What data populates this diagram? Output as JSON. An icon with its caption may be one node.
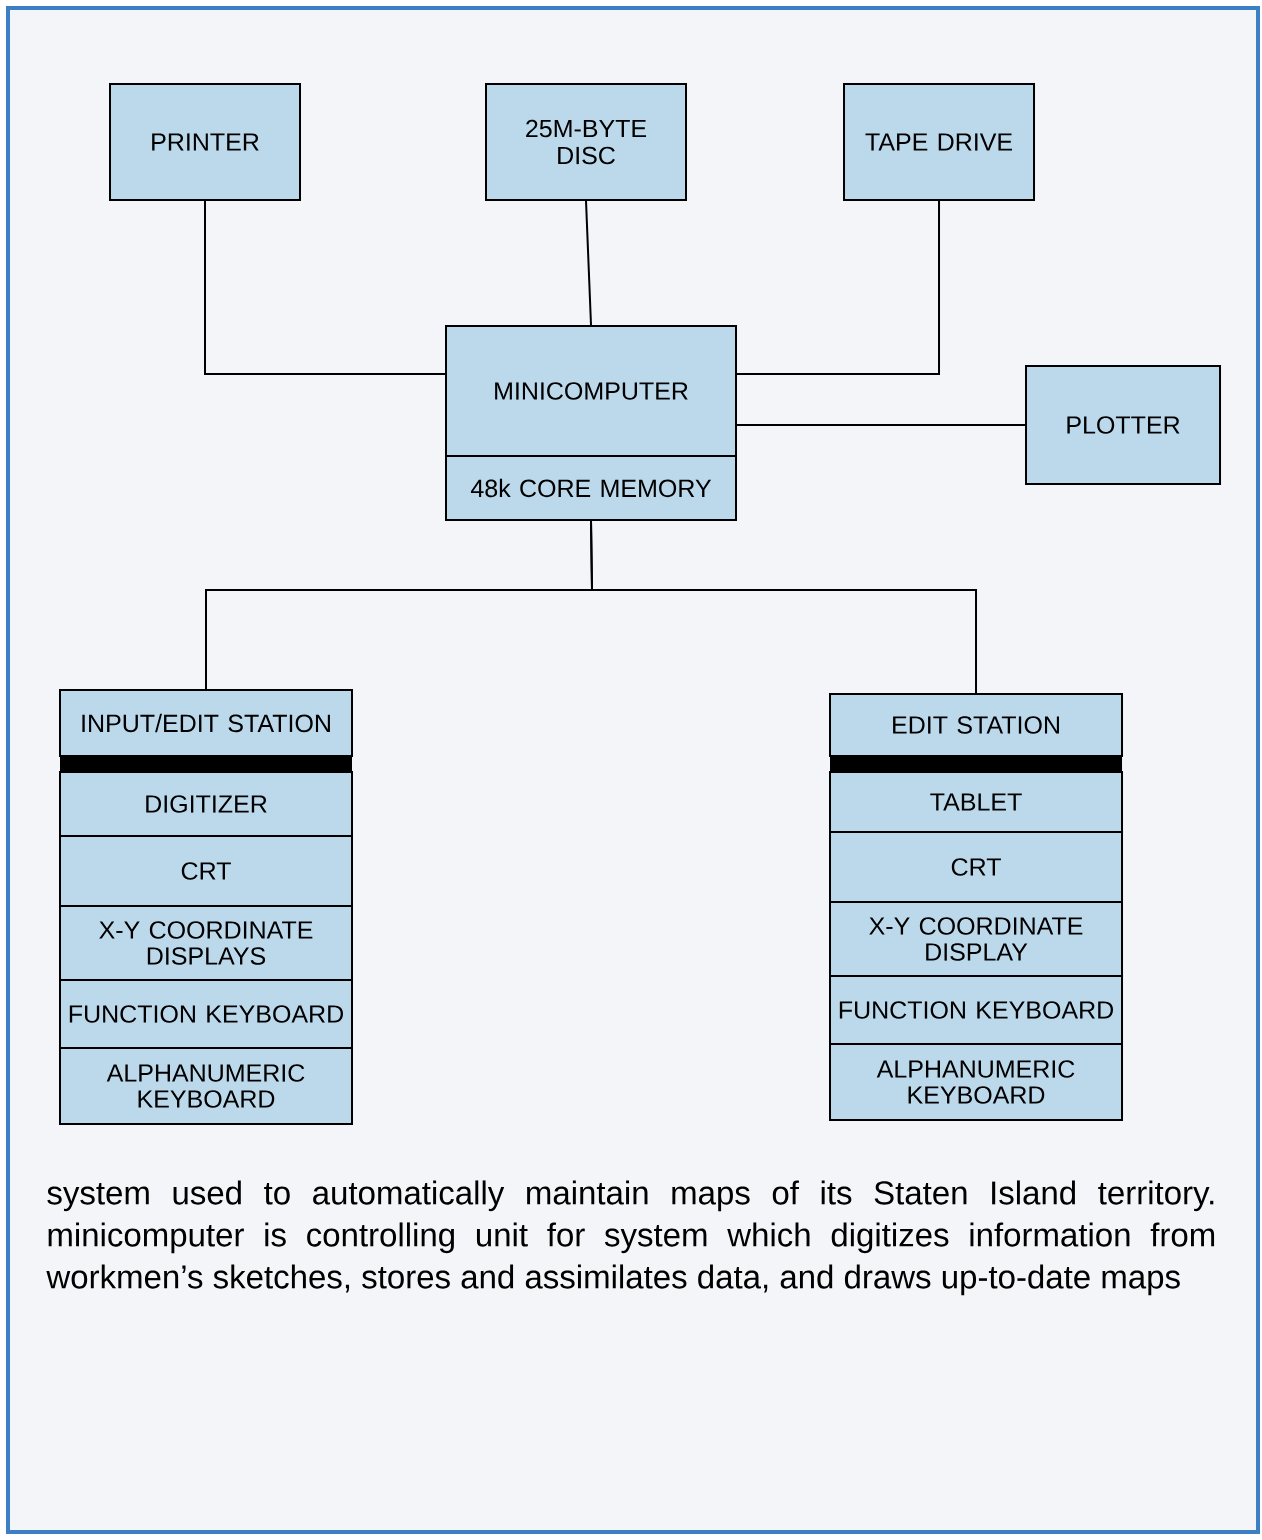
{
  "diagram": {
    "caption": "system used to automatically maintain maps of its Staten Island territory. minicomputer is controlling unit for system which digitizes information from workmen’s sketches, stores and assimilates data, and draws up-to-date maps",
    "nodes": [
      {
        "text": [
          "PRINTER"
        ]
      },
      {
        "text": [
          "25M-BYTE DISC"
        ]
      },
      {
        "text": [
          "TAPE DRIVE"
        ]
      },
      {
        "text": [
          "MINICOMPUTER",
          "48k CORE MEMORY"
        ]
      },
      {
        "text": [
          "PLOTTER"
        ]
      },
      {
        "text": [
          "INPUT/EDIT STATION",
          "DIGITIZER",
          "CRT",
          "X-Y COORDINATE DISPLAYS",
          "FUNCTION KEYBOARD",
          "ALPHANUMERIC KEYBOARD"
        ]
      },
      {
        "text": [
          "EDIT STATION",
          "TABLET",
          "CRT",
          "X-Y COORDINATE DISPLAY",
          "FUNCTION KEYBOARD",
          "ALPHANUMERIC KEYBOARD"
        ]
      }
    ],
    "edges": [
      {
        "from": 0,
        "to": 3,
        "arrow": "none"
      },
      {
        "from": 1,
        "to": 3,
        "arrow": "none"
      },
      {
        "from": 2,
        "to": 3,
        "arrow": "none"
      },
      {
        "from": 4,
        "to": 3,
        "arrow": "none"
      },
      {
        "from": 3,
        "to": 5,
        "arrow": "none"
      },
      {
        "from": 3,
        "to": 6,
        "arrow": "none"
      }
    ]
  }
}
